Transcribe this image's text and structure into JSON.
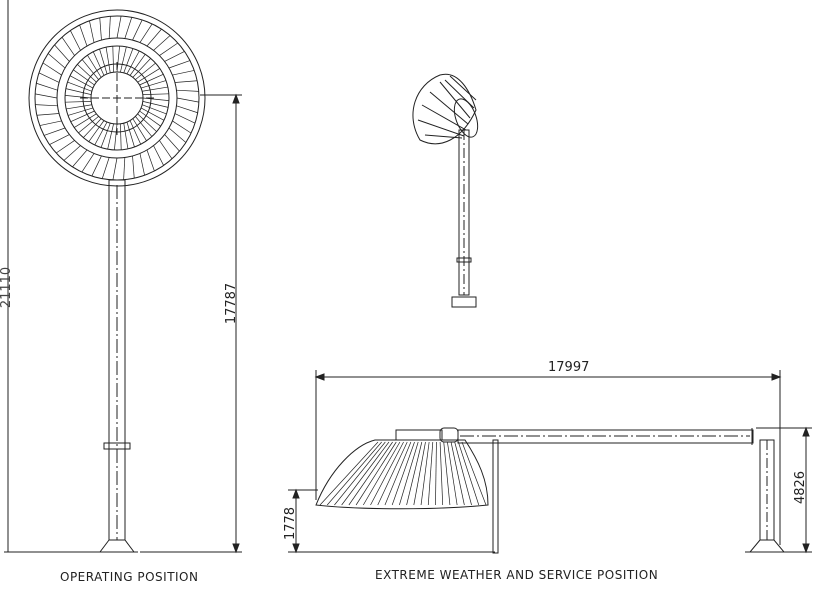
{
  "views": {
    "operating": {
      "caption": "OPERATING POSITION",
      "height_dim": "17787",
      "total_height_dim": "21110"
    },
    "extreme": {
      "caption": "EXTREME WEATHER AND SERVICE POSITION",
      "length_dim": "17997",
      "height_dim": "4826",
      "dish_height_dim": "1778"
    }
  }
}
